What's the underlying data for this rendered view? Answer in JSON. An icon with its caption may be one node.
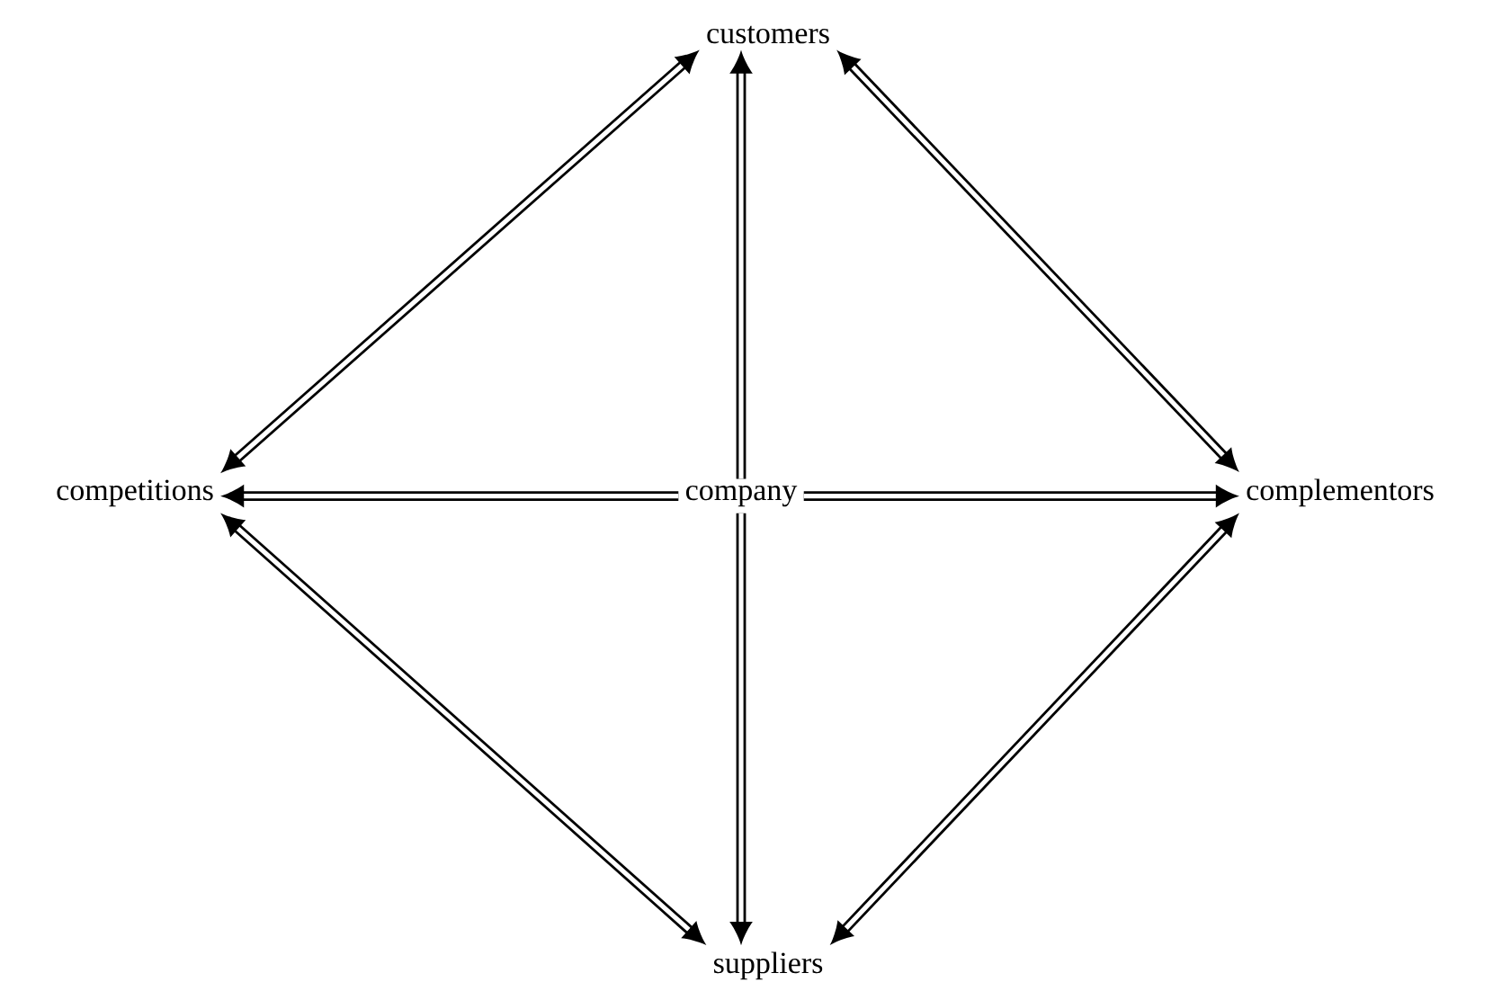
{
  "diagram": {
    "nodes": [
      {
        "text": [
          "customers"
        ]
      },
      {
        "text": [
          "competitions"
        ]
      },
      {
        "text": [
          "company"
        ]
      },
      {
        "text": [
          "complementors"
        ]
      },
      {
        "text": [
          "suppliers"
        ]
      }
    ],
    "edges": [
      {
        "from": 2,
        "to": 0,
        "arrow": "to"
      },
      {
        "from": 2,
        "to": 1,
        "arrow": "to"
      },
      {
        "from": 2,
        "to": 3,
        "arrow": "to"
      },
      {
        "from": 2,
        "to": 4,
        "arrow": "to"
      },
      {
        "from": 0,
        "to": 1,
        "arrow": "both"
      },
      {
        "from": 0,
        "to": 3,
        "arrow": "both"
      },
      {
        "from": 1,
        "to": 4,
        "arrow": "both"
      },
      {
        "from": 3,
        "to": 4,
        "arrow": "both"
      }
    ]
  }
}
